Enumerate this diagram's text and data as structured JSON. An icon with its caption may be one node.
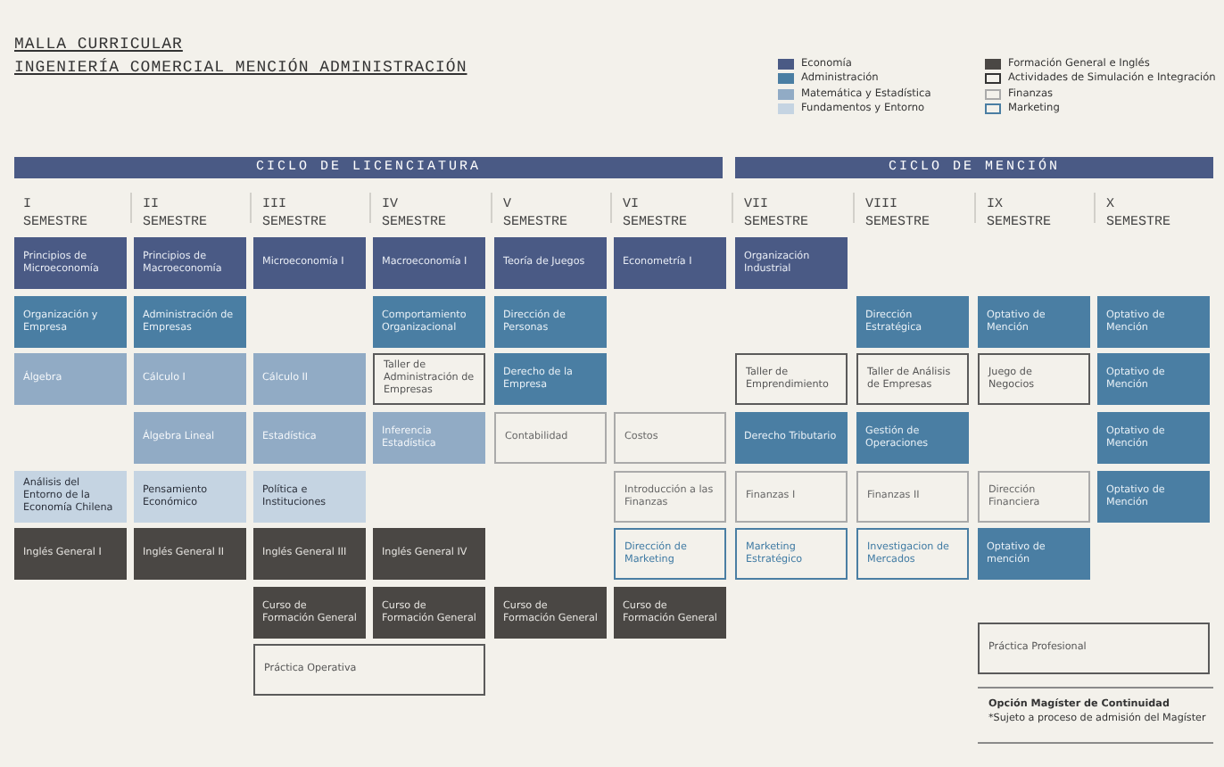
{
  "diagram": {
    "title": "MALLA CURRICULAR",
    "nodes": [
      {
        "text": [
          "CICLO DE LICENCIATURA"
        ]
      },
      {
        "text": [
          "CICLO DE MENCIÓN"
        ]
      },
      {
        "text": [
          "Principios de Microeconomía"
        ]
      },
      {
        "text": [
          "Principios de Macroeconomía"
        ]
      },
      {
        "text": [
          "Microeconomía I"
        ]
      },
      {
        "text": [
          "Macroeconomía I"
        ]
      },
      {
        "text": [
          "Teoría de Juegos"
        ]
      },
      {
        "text": [
          "Econometría I"
        ]
      },
      {
        "text": [
          "Organización Industrial"
        ]
      },
      {
        "text": [
          "Organización y Empresa"
        ]
      },
      {
        "text": [
          "Administración de Empresas"
        ]
      },
      {
        "text": [
          "Comportamiento Organizacional"
        ]
      },
      {
        "text": [
          "Dirección de Personas"
        ]
      },
      {
        "text": [
          "Dirección Estratégica"
        ]
      },
      {
        "text": [
          "Optativo de Mención"
        ]
      },
      {
        "text": [
          "Optativo de Mención"
        ]
      },
      {
        "text": [
          "Álgebra"
        ]
      },
      {
        "text": [
          "Cálculo I"
        ]
      },
      {
        "text": [
          "Cálculo II"
        ]
      },
      {
        "text": [
          "Taller de Administración de Empresas"
        ]
      },
      {
        "text": [
          "Derecho de la Empresa"
        ]
      },
      {
        "text": [
          "Taller de Emprendimiento"
        ]
      },
      {
        "text": [
          "Taller de Análisis de Empresas"
        ]
      },
      {
        "text": [
          "Juego de Negocios"
        ]
      },
      {
        "text": [
          "Optativo de Mención"
        ]
      },
      {
        "text": [
          "Álgebra Lineal"
        ]
      },
      {
        "text": [
          "Estadística"
        ]
      },
      {
        "text": [
          "Inferencia Estadística"
        ]
      },
      {
        "text": [
          "Contabilidad"
        ]
      },
      {
        "text": [
          "Costos"
        ]
      },
      {
        "text": [
          "Derecho Tributario"
        ]
      },
      {
        "text": [
          "Gestión de Operaciones"
        ]
      },
      {
        "text": [
          "Optativo de Mención"
        ]
      },
      {
        "text": [
          "Análisis del Entorno de la Economía Chilena"
        ]
      },
      {
        "text": [
          "Pensamiento Económico"
        ]
      },
      {
        "text": [
          "Política e Instituciones"
        ]
      },
      {
        "text": [
          "Introducción a las Finanzas"
        ]
      },
      {
        "text": [
          "Finanzas I"
        ]
      },
      {
        "text": [
          "Finanzas II"
        ]
      },
      {
        "text": [
          "Dirección Financiera"
        ]
      },
      {
        "text": [
          "Optativo de Mención"
        ]
      },
      {
        "text": [
          "Inglés General I"
        ]
      },
      {
        "text": [
          "Inglés General II"
        ]
      },
      {
        "text": [
          "Inglés General III"
        ]
      },
      {
        "text": [
          "Inglés General IV"
        ]
      },
      {
        "text": [
          "Dirección de Marketing"
        ]
      },
      {
        "text": [
          "Marketing Estratégico"
        ]
      },
      {
        "text": [
          "Investigacion de Mercados"
        ]
      },
      {
        "text": [
          "Optativo de mención"
        ]
      },
      {
        "text": [
          "Curso de Formación General"
        ]
      },
      {
        "text": [
          "Curso de Formación General"
        ]
      },
      {
        "text": [
          "Curso de Formación General"
        ]
      },
      {
        "text": [
          "Curso de Formación General"
        ]
      },
      {
        "text": [
          "Práctica Operativa"
        ]
      },
      {
        "text": [
          "Práctica Profesional"
        ]
      }
    ],
    "labels": [
      "INGENIERÍA COMERCIAL MENCIÓN ADMINISTRACIÓN",
      "I SEMESTRE",
      "II SEMESTRE",
      "III SEMESTRE",
      "IV SEMESTRE",
      "V SEMESTRE",
      "VI SEMESTRE",
      "VII SEMESTRE",
      "VIII SEMESTRE",
      "IX SEMESTRE",
      "X SEMESTRE",
      "Opción Magíster de Continuidad",
      "*Sujeto a proceso de admisión del Magíster"
    ],
    "legend": [
      {
        "text": "Economía",
        "color": "#4a5a85"
      },
      {
        "text": "Administración",
        "color": "#4a7ea3"
      },
      {
        "text": "Matemática y Estadística",
        "color": "#91abc5"
      },
      {
        "text": "Fundamentos y Entorno",
        "color": "#c5d4e2"
      },
      {
        "text": "Formación General e Inglés",
        "color": "#4a4744"
      },
      {
        "text": "Actividades de Simulación e Integración"
      },
      {
        "text": "Finanzas"
      },
      {
        "text": "Marketing"
      }
    ]
  }
}
